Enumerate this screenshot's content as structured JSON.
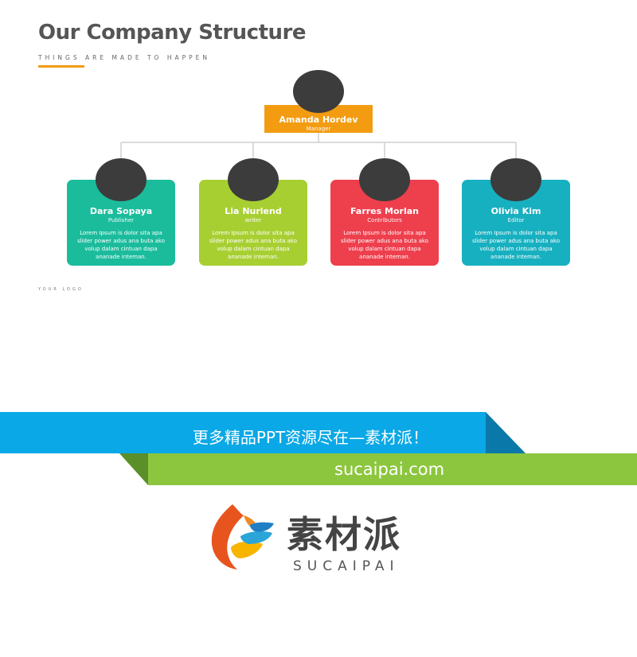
{
  "header": {
    "title": "Our Company Structure",
    "subtitle": "THINGS ARE MADE TO HAPPEN"
  },
  "manager": {
    "name": "Amanda Hordev",
    "role": "Manager",
    "color": "#f39c12"
  },
  "members": [
    {
      "name": "Dara Sopaya",
      "role": "Publisher",
      "color": "#1abc9c",
      "desc": "Lorem Ipsum is dolor sita apa slider power adus ana buta ako volup dalam cintuan dapa ananade inteman."
    },
    {
      "name": "Lia Nurlend",
      "role": "writer",
      "color": "#a8cf32",
      "desc": "Lorem Ipsum is dolor sita apa slider power adus ana buta ako volup dalam cintuan dapa ananade inteman."
    },
    {
      "name": "Farres Morlan",
      "role": "Contributors",
      "color": "#ee3f4d",
      "desc": "Lorem Ipsum is dolor sita apa slider power adus ana buta ako volup dalam cintuan dapa ananade inteman."
    },
    {
      "name": "Olivia Kim",
      "role": "Editor",
      "color": "#17b0c0",
      "desc": "Lorem Ipsum is dolor sita apa slider power adus ana buta ako volup dalam cintuan dapa ananade inteman."
    }
  ],
  "footer_logo": "YOUR LOGO",
  "banner": {
    "text": "更多精品PPT资源尽在—素材派！",
    "url": "sucaipai.com",
    "blue": "#0aa8e6",
    "green": "#8cc63e"
  },
  "brand": {
    "cn": "素材派",
    "en": "SUCAIPAI"
  }
}
